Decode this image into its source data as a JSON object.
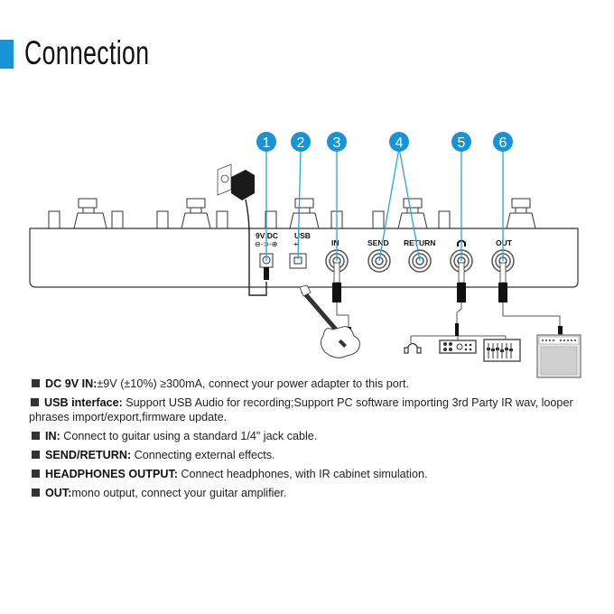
{
  "page": {
    "title": "Connection",
    "accent_color": "#1793d6"
  },
  "diagram": {
    "callouts": [
      {
        "number": "1",
        "target": "9V DC"
      },
      {
        "number": "2",
        "target": "USB"
      },
      {
        "number": "3",
        "target": "IN"
      },
      {
        "number": "4",
        "target": "SEND / RETURN"
      },
      {
        "number": "5",
        "target": "headphones"
      },
      {
        "number": "6",
        "target": "OUT"
      }
    ],
    "port_labels": {
      "dc": "9V DC",
      "dc_polarity": "⊖-⊃-⊕",
      "usb": "USB",
      "in": "IN",
      "send": "SEND",
      "return": "RETURN",
      "headphones_icon": "headphones-icon",
      "out": "OUT"
    },
    "devices": [
      "power-adapter",
      "guitar",
      "headphones",
      "audio-interface",
      "mixer",
      "amplifier"
    ]
  },
  "descriptions": [
    {
      "label": "DC 9V IN:",
      "text": "±9V (±10%) ≥300mA, connect your power adapter to this port."
    },
    {
      "label": "USB interface:",
      "text": " Support USB Audio for recording;Support PC software importing 3rd Party IR wav, looper phrases import/export,firmware update."
    },
    {
      "label": "IN:",
      "text": " Connect to guitar using a standard 1/4\" jack cable."
    },
    {
      "label": "SEND/RETURN:",
      "text": " Connecting external effects."
    },
    {
      "label": "HEADPHONES OUTPUT:",
      "text": " Connect headphones, with IR cabinet simulation."
    },
    {
      "label": "OUT:",
      "text": "mono output, connect your guitar amplifier."
    }
  ]
}
